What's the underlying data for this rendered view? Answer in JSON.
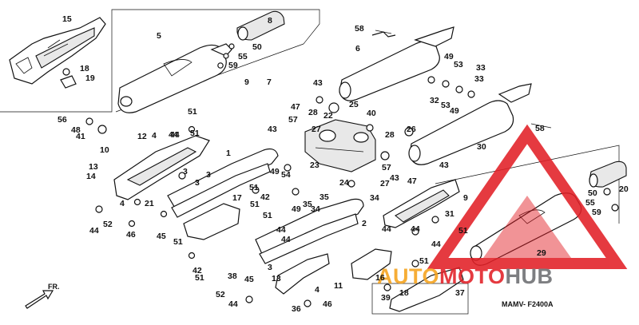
{
  "diagram": {
    "code": "MAMV- F2400A",
    "fr_label": "FR.",
    "watermark": {
      "part1": "AUTO",
      "part2": "MOTO",
      "part3": "HUB",
      "color_red": "#e21f26",
      "color_orange": "#f5a21b",
      "color_gray": "#6d6e71"
    },
    "labels": [
      "15",
      "18",
      "19",
      "5",
      "8",
      "50",
      "55",
      "59",
      "58",
      "6",
      "49",
      "53",
      "33",
      "32",
      "33",
      "53",
      "49",
      "9",
      "7",
      "51",
      "44",
      "43",
      "25",
      "28",
      "22",
      "40",
      "28",
      "56",
      "48",
      "41",
      "12",
      "4",
      "10",
      "13",
      "14",
      "44",
      "51",
      "47",
      "57",
      "43",
      "27",
      "26",
      "30",
      "58",
      "3",
      "3",
      "3",
      "21",
      "4",
      "1",
      "51",
      "42",
      "17",
      "44",
      "52",
      "46",
      "45",
      "51",
      "42",
      "51",
      "38",
      "45",
      "52",
      "44",
      "36",
      "46",
      "11",
      "4",
      "3",
      "13",
      "51",
      "44",
      "51",
      "44",
      "2",
      "49",
      "54",
      "24",
      "23",
      "35",
      "34",
      "49",
      "35",
      "34",
      "27",
      "43",
      "57",
      "47",
      "9",
      "31",
      "51",
      "44",
      "44",
      "44",
      "51",
      "16",
      "39",
      "18",
      "37",
      "29",
      "50",
      "55",
      "59",
      "20",
      "43"
    ]
  }
}
